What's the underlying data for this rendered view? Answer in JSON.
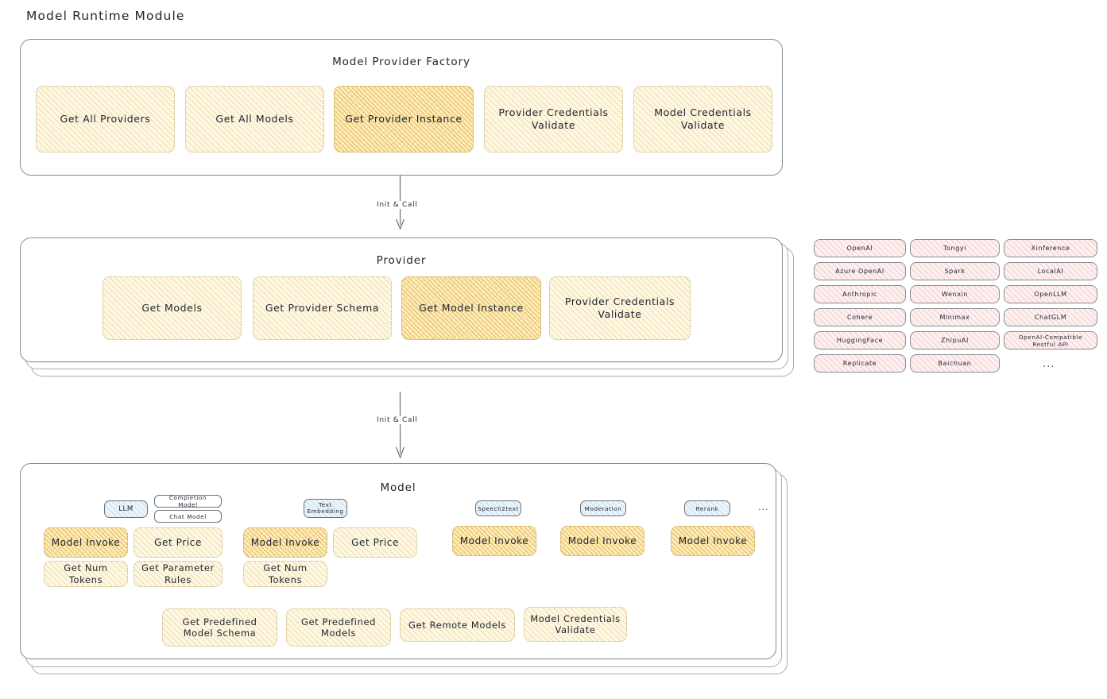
{
  "page": {
    "title": "Model Runtime Module"
  },
  "factory": {
    "title": "Model Provider Factory",
    "nodes": [
      {
        "label": "Get All Providers",
        "highlight": false
      },
      {
        "label": "Get All Models",
        "highlight": false
      },
      {
        "label": "Get Provider Instance",
        "highlight": true
      },
      {
        "label": "Provider Credentials Validate",
        "highlight": false
      },
      {
        "label": "Model Credentials Validate",
        "highlight": false
      }
    ]
  },
  "arrows": [
    {
      "label": "Init & Call"
    },
    {
      "label": "Init & Call"
    }
  ],
  "provider": {
    "title": "Provider",
    "nodes": [
      {
        "label": "Get Models",
        "highlight": false
      },
      {
        "label": "Get Provider Schema",
        "highlight": false
      },
      {
        "label": "Get Model Instance",
        "highlight": true
      },
      {
        "label": "Provider Credentials Validate",
        "highlight": false
      }
    ]
  },
  "provider_list": {
    "columns": [
      [
        "OpenAI",
        "Azure OpenAI",
        "Anthropic",
        "Cohere",
        "HuggingFace",
        "Replicate"
      ],
      [
        "Tongyi",
        "Spark",
        "Wenxin",
        "Minimax",
        "ZhipuAI",
        "Baichuan"
      ],
      [
        "Xinference",
        "LocalAI",
        "OpenLLM",
        "ChatGLM",
        "OpenAI-Compatible Restful API"
      ]
    ],
    "more": "..."
  },
  "model": {
    "title": "Model",
    "more": "...",
    "groups": [
      {
        "badge": "LLM",
        "sub_badges": [
          "Completion Model",
          "Chat Model"
        ],
        "methods": [
          {
            "label": "Model Invoke",
            "highlight": true
          },
          {
            "label": "Get Price",
            "highlight": false
          },
          {
            "label": "Get Num Tokens",
            "highlight": false
          },
          {
            "label": "Get Parameter Rules",
            "highlight": false
          }
        ]
      },
      {
        "badge": "Text Embedding",
        "sub_badges": [],
        "methods": [
          {
            "label": "Model Invoke",
            "highlight": true
          },
          {
            "label": "Get Price",
            "highlight": false
          },
          {
            "label": "Get Num Tokens",
            "highlight": false
          }
        ]
      },
      {
        "badge": "Speech2text",
        "sub_badges": [],
        "methods": [
          {
            "label": "Model Invoke",
            "highlight": true
          }
        ]
      },
      {
        "badge": "Moderation",
        "sub_badges": [],
        "methods": [
          {
            "label": "Model Invoke",
            "highlight": true
          }
        ]
      },
      {
        "badge": "Rerank",
        "sub_badges": [],
        "methods": [
          {
            "label": "Model Invoke",
            "highlight": true
          }
        ]
      }
    ],
    "common": [
      {
        "label": "Get Predefined Model Schema",
        "highlight": false
      },
      {
        "label": "Get Predefined Models",
        "highlight": false
      },
      {
        "label": "Get Remote Models",
        "highlight": false
      },
      {
        "label": "Model Credentials Validate",
        "highlight": false
      }
    ]
  },
  "colors": {
    "node_light": "#fdf8e6",
    "node_highlight": "#fdeec4",
    "provider_chip": "#fdf0f0",
    "badge": "#eaf4fb",
    "card_border": "#8b8d93",
    "text": "#1f2430"
  }
}
